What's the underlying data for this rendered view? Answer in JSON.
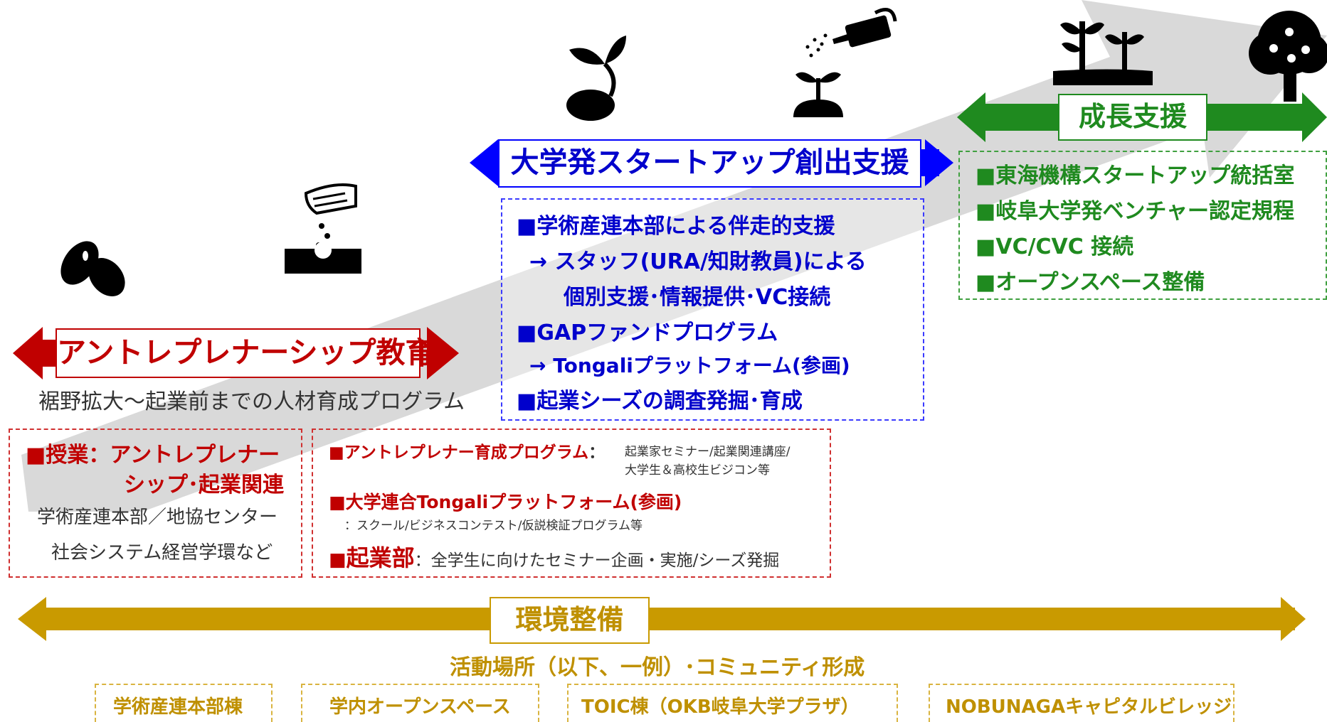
{
  "colors": {
    "red": "#c00000",
    "blue": "#0000cc",
    "green": "#1f8a1f",
    "gold": "#bf9000",
    "arrow_bg": "#d9d9d9"
  },
  "icons": [
    "beans-icon",
    "sowing-hand-icon",
    "sprouting-seed-icon",
    "watering-can-icon",
    "seedling-icon",
    "growing-plants-icon",
    "fruit-tree-icon"
  ],
  "entrepreneurship": {
    "title": "アントレプレナーシップ教育",
    "subtitle": "裾野拡大～起業前までの人材育成プログラム",
    "left_box": {
      "bullet": "■",
      "heading_line1": "授業：アントレプレナー",
      "heading_line2": "シップ･起業関連",
      "line1": "学術産連本部／地協センター",
      "line2": "社会システム経営学環など"
    },
    "right_box": {
      "item1_heading": "■アントレプレナー育成プログラム",
      "item1_colon": "：",
      "item1_desc_line1": "起業家セミナー/起業関連講座/",
      "item1_desc_line2": "大学生＆高校生ビジコン等",
      "item2_heading": "■大学連合Tongaliプラットフォーム(参画)",
      "item2_desc": "：スクール/ビジネスコンテスト/仮説検証プログラム等",
      "item3_bullet": "■",
      "item3_heading": "起業部",
      "item3_desc": "：全学生に向けたセミナー企画・実施/シーズ発掘"
    }
  },
  "startup": {
    "title": "大学発スタートアップ創出支援",
    "items": [
      "■学術産連本部による伴走的支援",
      "→ スタッフ(URA/知財教員)による",
      "個別支援･情報提供･VC接続",
      "■GAPファンドプログラム",
      "→ Tongaliプラットフォーム(参画)",
      "■起業シーズの調査発掘･育成"
    ]
  },
  "growth": {
    "title": "成長支援",
    "items": [
      "■東海機構スタートアップ統括室",
      "■岐阜大学発ベンチャー認定規程",
      "■VC/CVC 接続",
      "■オープンスペース整備"
    ]
  },
  "environment": {
    "title": "環境整備",
    "subtitle": "活動場所（以下、一例）･コミュニティ形成",
    "places": [
      "学術産連本部棟",
      "学内オープンスペース",
      "TOIC棟（OKB岐阜大学プラザ）",
      "NOBUNAGAキャピタルビレッジ"
    ]
  }
}
